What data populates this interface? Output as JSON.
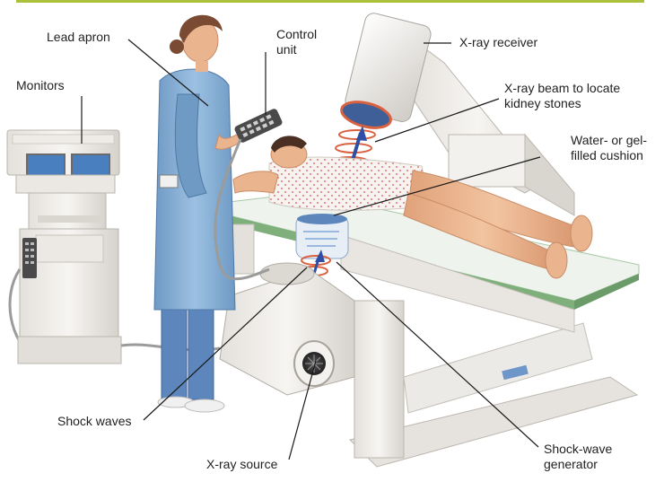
{
  "labels": {
    "lead_apron": "Lead apron",
    "control_unit": "Control\nunit",
    "monitors": "Monitors",
    "xray_receiver": "X-ray receiver",
    "xray_beam": "X-ray beam to locate\nkidney stones",
    "cushion": "Water- or gel-\nfilled cushion",
    "shock_waves": "Shock waves",
    "xray_source": "X-ray source",
    "shock_wave_generator": "Shock-wave\ngenerator"
  },
  "colors": {
    "top_border": "#a9c23a",
    "apron": "#7ea7cf",
    "scrubs": "#5d86bd",
    "skin": "#e9b48e",
    "gown": "#f4f1ee",
    "gown_dots": "#d9534f",
    "machine": "#f1efec",
    "machine_shade": "#d7d4cf",
    "table_top": "#eef3ee",
    "table_edge": "#7fb07c",
    "beam_ring": "#d9613f",
    "arrow": "#2e4fa6",
    "screen": "#4a7fbf"
  }
}
